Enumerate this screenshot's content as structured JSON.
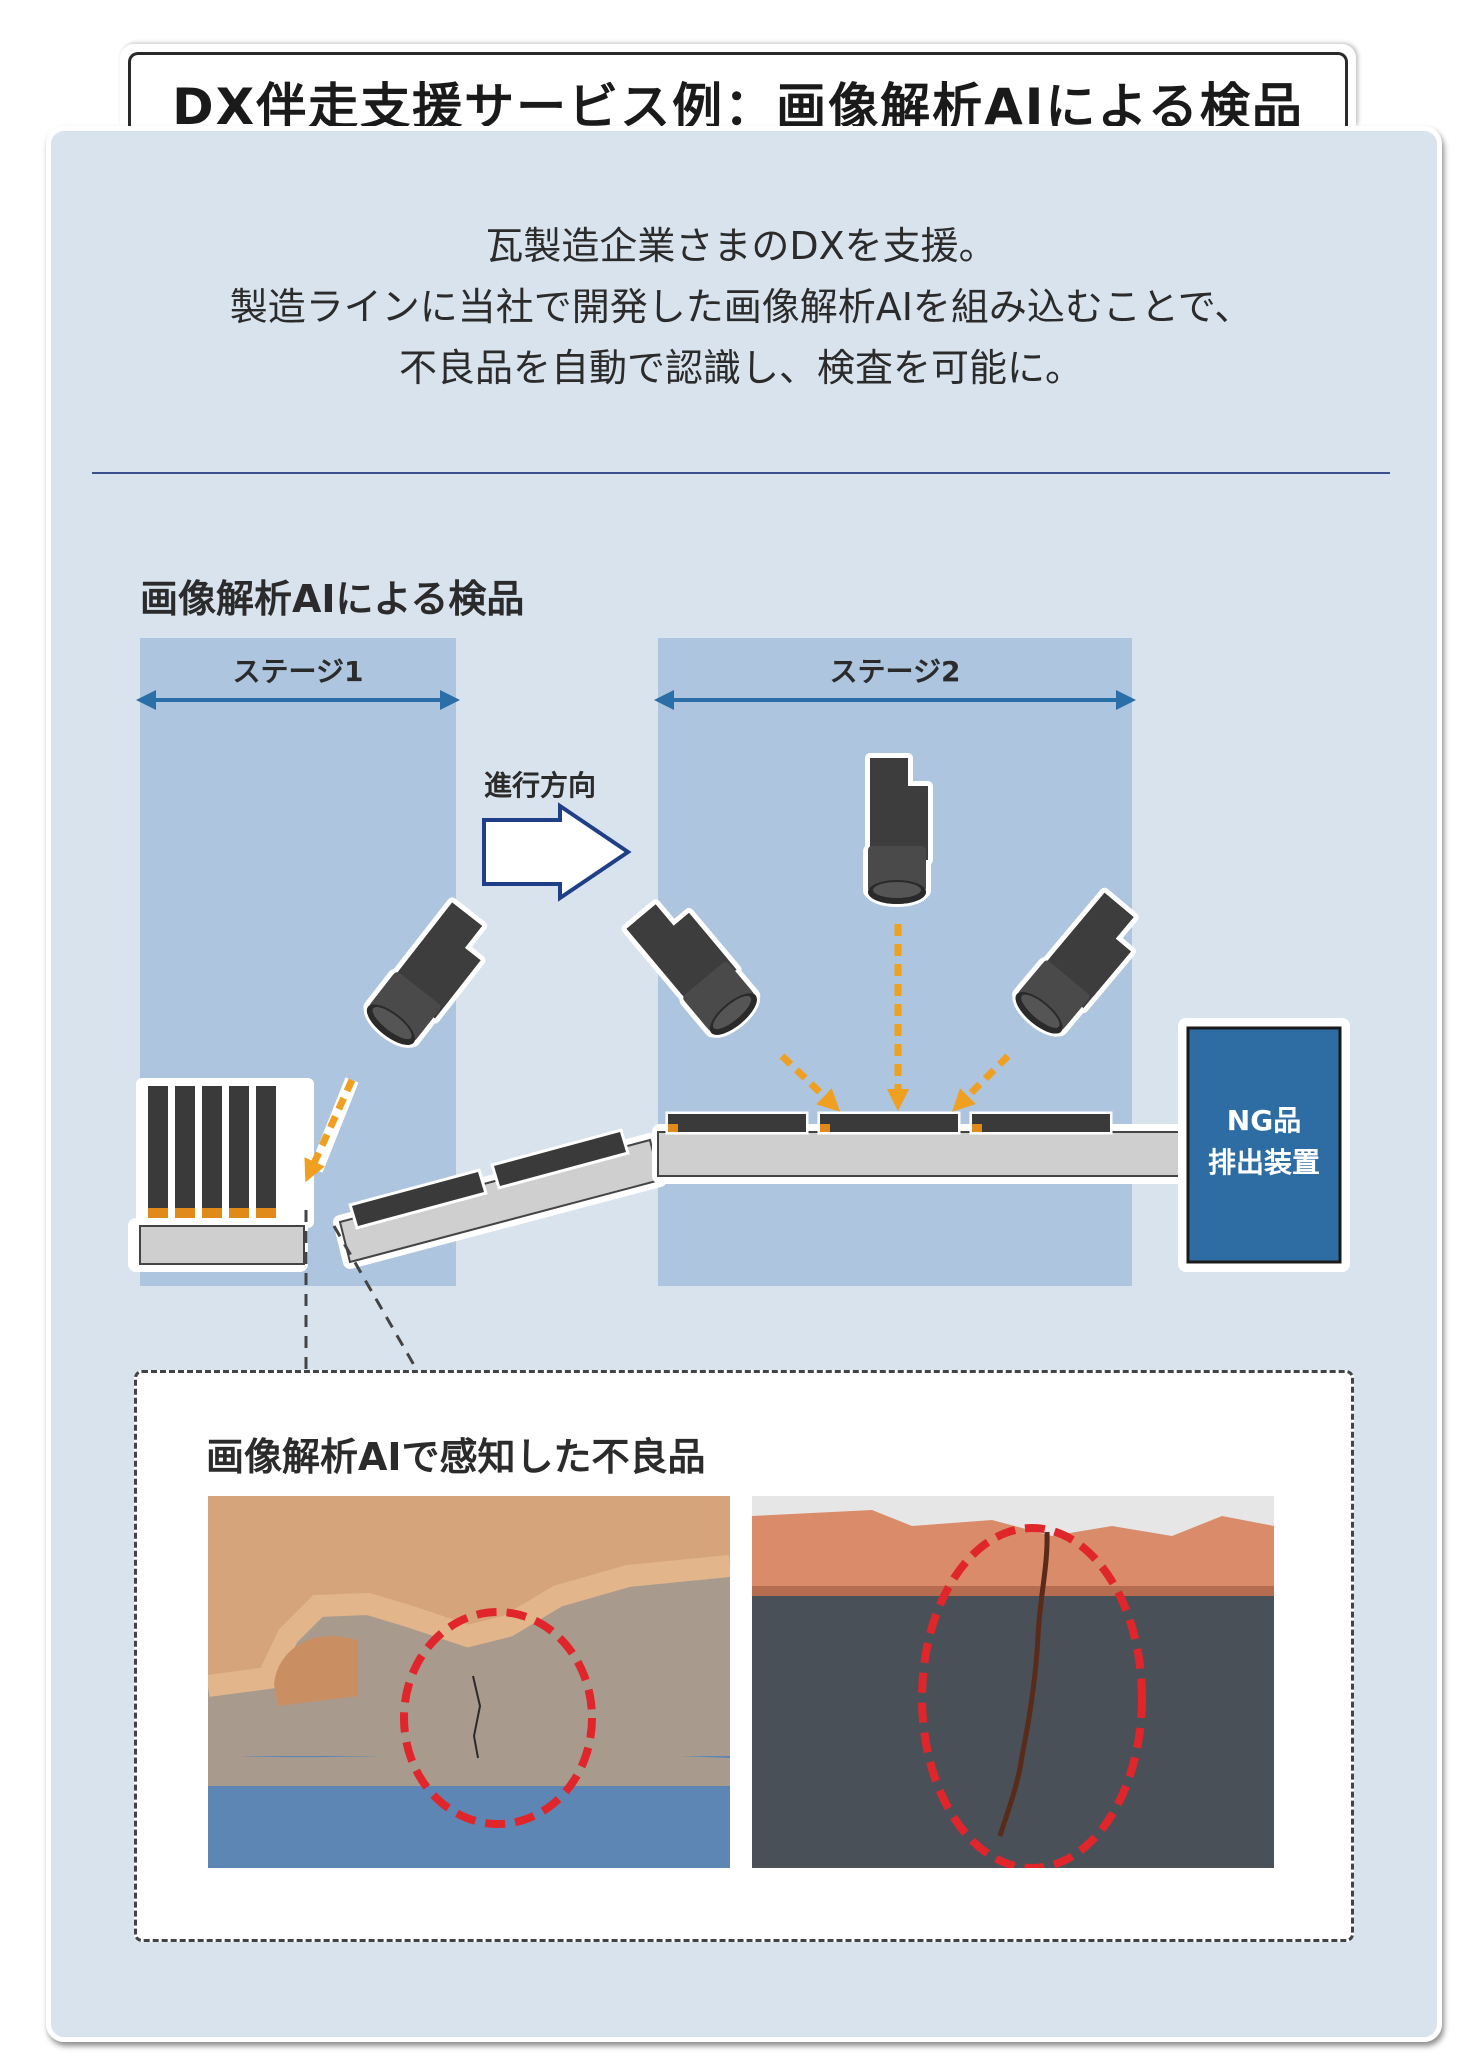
{
  "title": "DX伴走支援サービス例：画像解析AIによる検品",
  "intro": {
    "lines": [
      "瓦製造企業さまのDXを支援。",
      "製造ラインに当社で開発した画像解析AIを組み込むことで、",
      "不良品を自動で認識し、検査を可能に。"
    ]
  },
  "diagram": {
    "section_title": "画像解析AIによる検品",
    "stage1_label": "ステージ1",
    "stage2_label": "ステージ2",
    "direction_label": "進行方向",
    "ng_device_line1": "NG品",
    "ng_device_line2": "排出装置"
  },
  "defects": {
    "section_title": "画像解析AIで感知した不良品"
  },
  "colors": {
    "panel_bg": "#d9e3ee",
    "stage_bg": "#adc5df",
    "arrow_blue": "#2b6fa8",
    "camera_arrow": "#f0a020",
    "ng_device": "#2e6da4",
    "defect_circle": "#e0262b"
  }
}
